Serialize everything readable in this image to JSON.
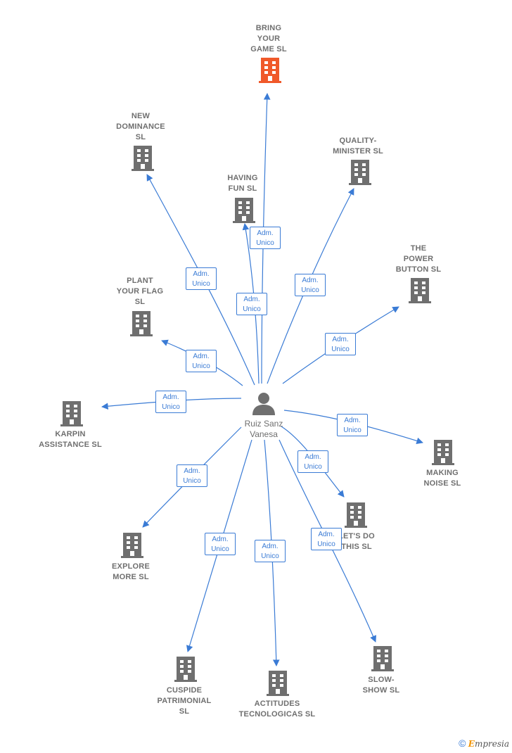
{
  "center": {
    "name": "Ruiz Sanz\nVanesa"
  },
  "colors": {
    "edge": "#3a7bd5",
    "node": "#6f6f6f",
    "highlight": "#f0592a"
  },
  "nodes": [
    {
      "id": "bring-your-game",
      "label": "BRING\nYOUR\nGAME  SL",
      "highlight": true
    },
    {
      "id": "new-dominance",
      "label": "NEW\nDOMINANCE\nSL",
      "highlight": false
    },
    {
      "id": "having-fun",
      "label": "HAVING\nFUN  SL",
      "highlight": false
    },
    {
      "id": "quality-minister",
      "label": "QUALITY-\nMINISTER  SL",
      "highlight": false
    },
    {
      "id": "the-power-button",
      "label": "THE\nPOWER\nBUTTON  SL",
      "highlight": false
    },
    {
      "id": "plant-your-flag",
      "label": "PLANT\nYOUR FLAG\nSL",
      "highlight": false
    },
    {
      "id": "karpin-assistance",
      "label": "KARPIN\nASSISTANCE SL",
      "highlight": false
    },
    {
      "id": "making-noise",
      "label": "MAKING\nNOISE  SL",
      "highlight": false
    },
    {
      "id": "lets-do-this",
      "label": "LET'S DO\nTHIS  SL",
      "highlight": false
    },
    {
      "id": "explore-more",
      "label": "EXPLORE\nMORE  SL",
      "highlight": false
    },
    {
      "id": "cuspide-patrimonial",
      "label": "CUSPIDE\nPATRIMONIAL\nSL",
      "highlight": false
    },
    {
      "id": "actitudes-tecnologicas",
      "label": "ACTITUDES\nTECNOLOGICAS SL",
      "highlight": false
    },
    {
      "id": "slow-show",
      "label": "SLOW-\nSHOW  SL",
      "highlight": false
    }
  ],
  "edge_label": "Adm.\nUnico",
  "copyright": {
    "symbol": "©",
    "brand_initial": "E",
    "brand_rest": "mpresia"
  }
}
